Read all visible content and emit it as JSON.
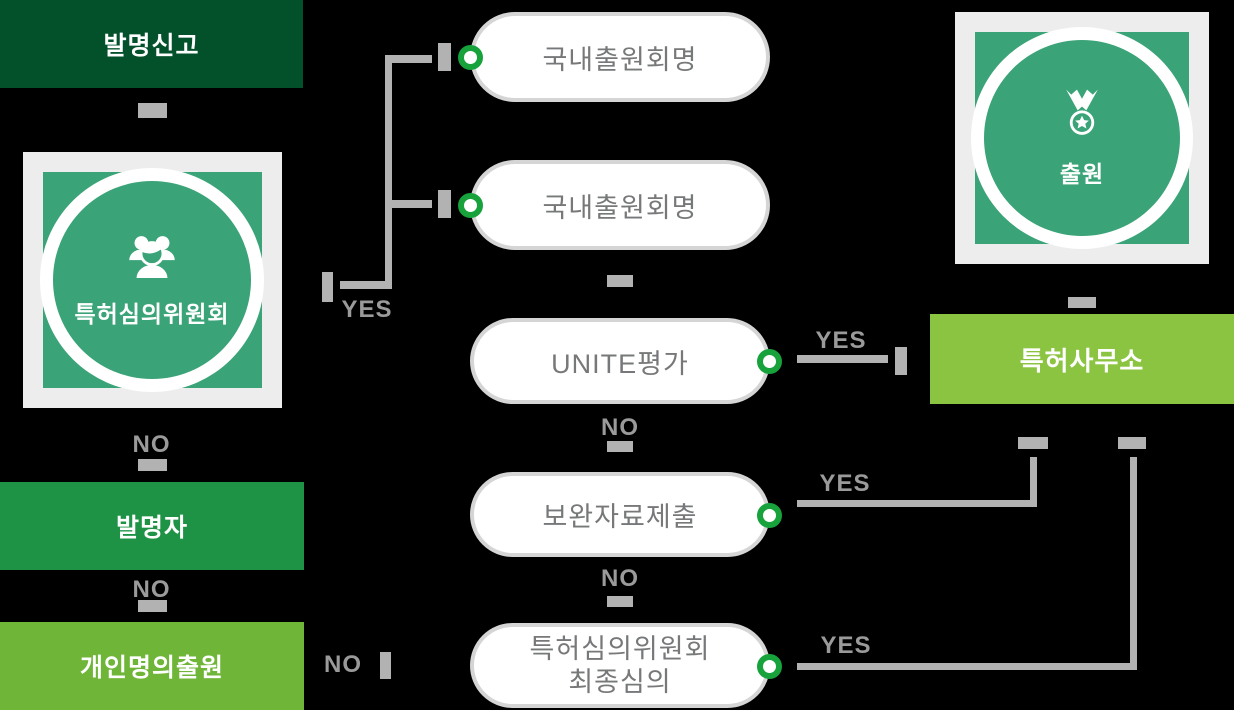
{
  "diagram": {
    "left": {
      "invention_report": "발명신고",
      "committee": "특허심의위원회",
      "inventor": "발명자",
      "personal_application": "개인명의출원"
    },
    "center": {
      "pills": [
        {
          "label": "국내출원회명"
        },
        {
          "label": "국내출원회명"
        },
        {
          "label": "UNITE평가"
        },
        {
          "label": "보완자료제출"
        },
        {
          "label_line1": "특허심의위원회",
          "label_line2": "최종심의"
        }
      ]
    },
    "right": {
      "application": "출원",
      "patent_office": "특허사무소"
    },
    "connectors": {
      "committee_yes": "YES",
      "committee_no": "NO",
      "inventor_no": "NO",
      "unite_yes": "YES",
      "unite_no": "NO",
      "supplement_yes": "YES",
      "supplement_no": "NO",
      "final_yes": "YES",
      "final_no": "NO"
    },
    "icons": {
      "committee": "people-group-icon",
      "application": "medal-icon"
    },
    "colors": {
      "dark_green": "#02512a",
      "green": "#1e9245",
      "teal_green": "#3aa377",
      "lime": "#6fb538",
      "bright_lime": "#8bc440",
      "connector_gray": "#b2b2b2",
      "label_gray": "#9a9a9a",
      "pill_border": "#d5d5d6",
      "pill_text": "#76787a",
      "marker_green": "#17a23c",
      "badge_square_bg": "#ededee"
    }
  }
}
